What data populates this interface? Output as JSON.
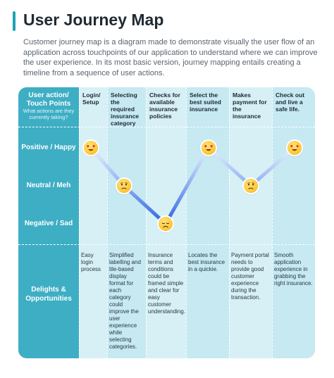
{
  "header": {
    "title": "User Journey Map",
    "description": "Customer journey map is a diagram made to demonstrate visually the user flow of an application across touchpoints of our application to understand where we can improve the user experience. In its most basic version, journey mapping entails creating a timeline from a sequence of user actions."
  },
  "row_labels": {
    "actions_title": "User action/ Touch Points",
    "actions_subtitle": "What actions are they currently taking?",
    "positive": "Positive / Happy",
    "neutral": "Neutral / Meh",
    "negative": "Negative / Sad",
    "delights": "Delights & Opportunities"
  },
  "stages": [
    {
      "action": "Login/ Setup",
      "emotion": "happy",
      "note": "Easy login process"
    },
    {
      "action": "Selecting the required insurance category",
      "emotion": "neutral",
      "note": "Simplified labelling and tile-based display format for each category could improve the user experience while selecting categories."
    },
    {
      "action": "Checks for available insurance policies",
      "emotion": "sad",
      "note": "Insurance terms and conditions could be framed simple and clear for easy customer understanding."
    },
    {
      "action": "Select the best suited insurance",
      "emotion": "happy",
      "note": "Locates the best insurance in a quickie."
    },
    {
      "action": "Makes payment for the insurance",
      "emotion": "neutral",
      "note": "Payment portal needs to provide good customer experience during the transaction."
    },
    {
      "action": "Check out and live a safe life.",
      "emotion": "happy",
      "note": "Smooth application experience in grabbing the right insurance."
    }
  ],
  "colors": {
    "accent": "#1aa3b8",
    "row_panel": "#3eaec4",
    "column_light": "#d6f0f6",
    "column_alt": "#c6e9f2",
    "curve": "#3b6fe0"
  }
}
